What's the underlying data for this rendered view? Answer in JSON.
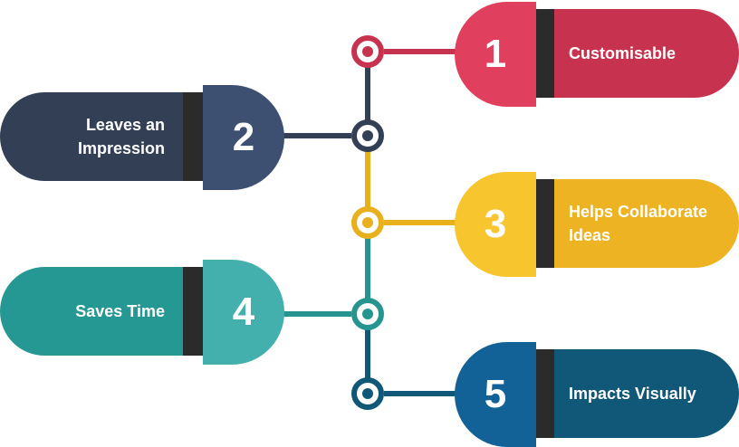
{
  "items": [
    {
      "number": "1",
      "label": "Customisable",
      "side": "right",
      "cap_color": "#e0405e",
      "body_color": "#c7334f",
      "line_color": "#c7334f"
    },
    {
      "number": "2",
      "label": "Leaves an Impression",
      "side": "left",
      "cap_color": "#3e5071",
      "body_color": "#323f55",
      "line_color": "#323f55"
    },
    {
      "number": "3",
      "label": "Helps Collaborate Ideas",
      "side": "right",
      "cap_color": "#f7c52e",
      "body_color": "#eeb322",
      "line_color": "#e9b01d"
    },
    {
      "number": "4",
      "label": "Saves Time",
      "side": "left",
      "cap_color": "#43b0ad",
      "body_color": "#269893",
      "line_color": "#26958f"
    },
    {
      "number": "5",
      "label": "Impacts Visually",
      "side": "right",
      "cap_color": "#126298",
      "body_color": "#115878",
      "line_color": "#115878"
    }
  ]
}
